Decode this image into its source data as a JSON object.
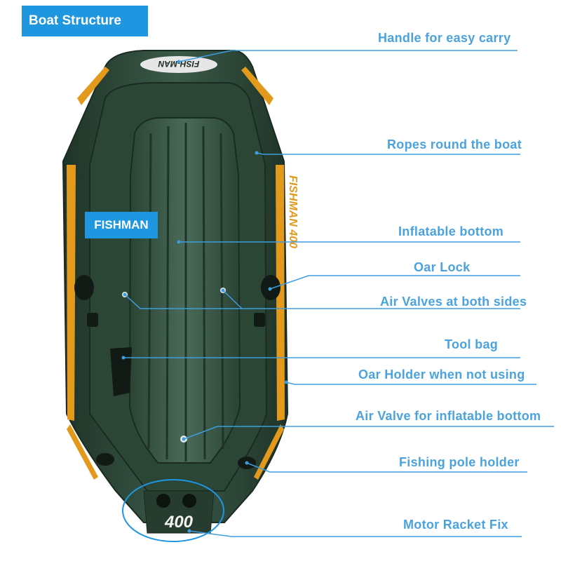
{
  "title": "Boat Structure",
  "brand": "FISHMAN",
  "boat": {
    "logo_text": "FISH-MAN",
    "side_text": "FISHMAN 400",
    "stern_number": "400"
  },
  "colors": {
    "accent": "#1e96e0",
    "label": "#4aa3de",
    "hull": "#2f4a3a",
    "stripe": "#e39a1c"
  },
  "labels": [
    {
      "key": "handle",
      "text": "Handle for easy carry"
    },
    {
      "key": "ropes",
      "text": "Ropes round the boat"
    },
    {
      "key": "inflatable-bottom",
      "text": "Inflatable bottom"
    },
    {
      "key": "oar-lock",
      "text": "Oar Lock"
    },
    {
      "key": "air-valves",
      "text": "Air Valves at both sides"
    },
    {
      "key": "tool-bag",
      "text": "Tool bag"
    },
    {
      "key": "oar-holder",
      "text": "Oar Holder when not using"
    },
    {
      "key": "air-valve-bottom",
      "text": "Air Valve for inflatable bottom"
    },
    {
      "key": "fishing-pole",
      "text": "Fishing pole holder"
    },
    {
      "key": "motor-racket",
      "text": "Motor Racket Fix"
    }
  ]
}
